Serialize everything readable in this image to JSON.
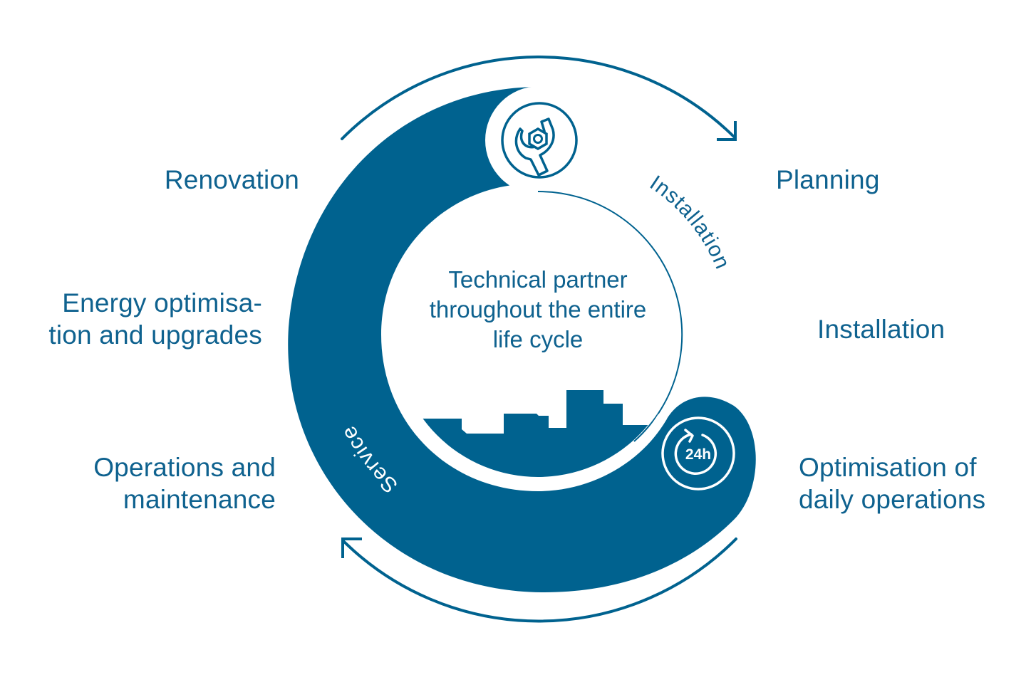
{
  "colors": {
    "primary": "#00628f",
    "text": "#0f628f",
    "background": "#ffffff",
    "icon_stroke_on_dark": "#ffffff"
  },
  "center": {
    "text": "Technical partner\nthroughout the entire\nlife cycle",
    "illustration": "city-skyline"
  },
  "arc_labels": {
    "installation": "Installation",
    "service": "Service"
  },
  "icons": {
    "top": {
      "name": "wrench-nut-icon"
    },
    "bottom": {
      "name": "24h-clock-icon",
      "text": "24h"
    }
  },
  "stages_left": [
    {
      "id": "renovation",
      "label": "Renovation"
    },
    {
      "id": "energy",
      "label": "Energy optimisa-\ntion and upgrades"
    },
    {
      "id": "operations",
      "label": "Operations and\nmaintenance"
    }
  ],
  "stages_right": [
    {
      "id": "planning",
      "label": "Planning"
    },
    {
      "id": "installation",
      "label": "Installation"
    },
    {
      "id": "optimisation",
      "label": "Optimisation of\ndaily operations"
    }
  ],
  "arrows": {
    "top": "clockwise-arrow-icon",
    "bottom": "clockwise-arrow-icon"
  }
}
